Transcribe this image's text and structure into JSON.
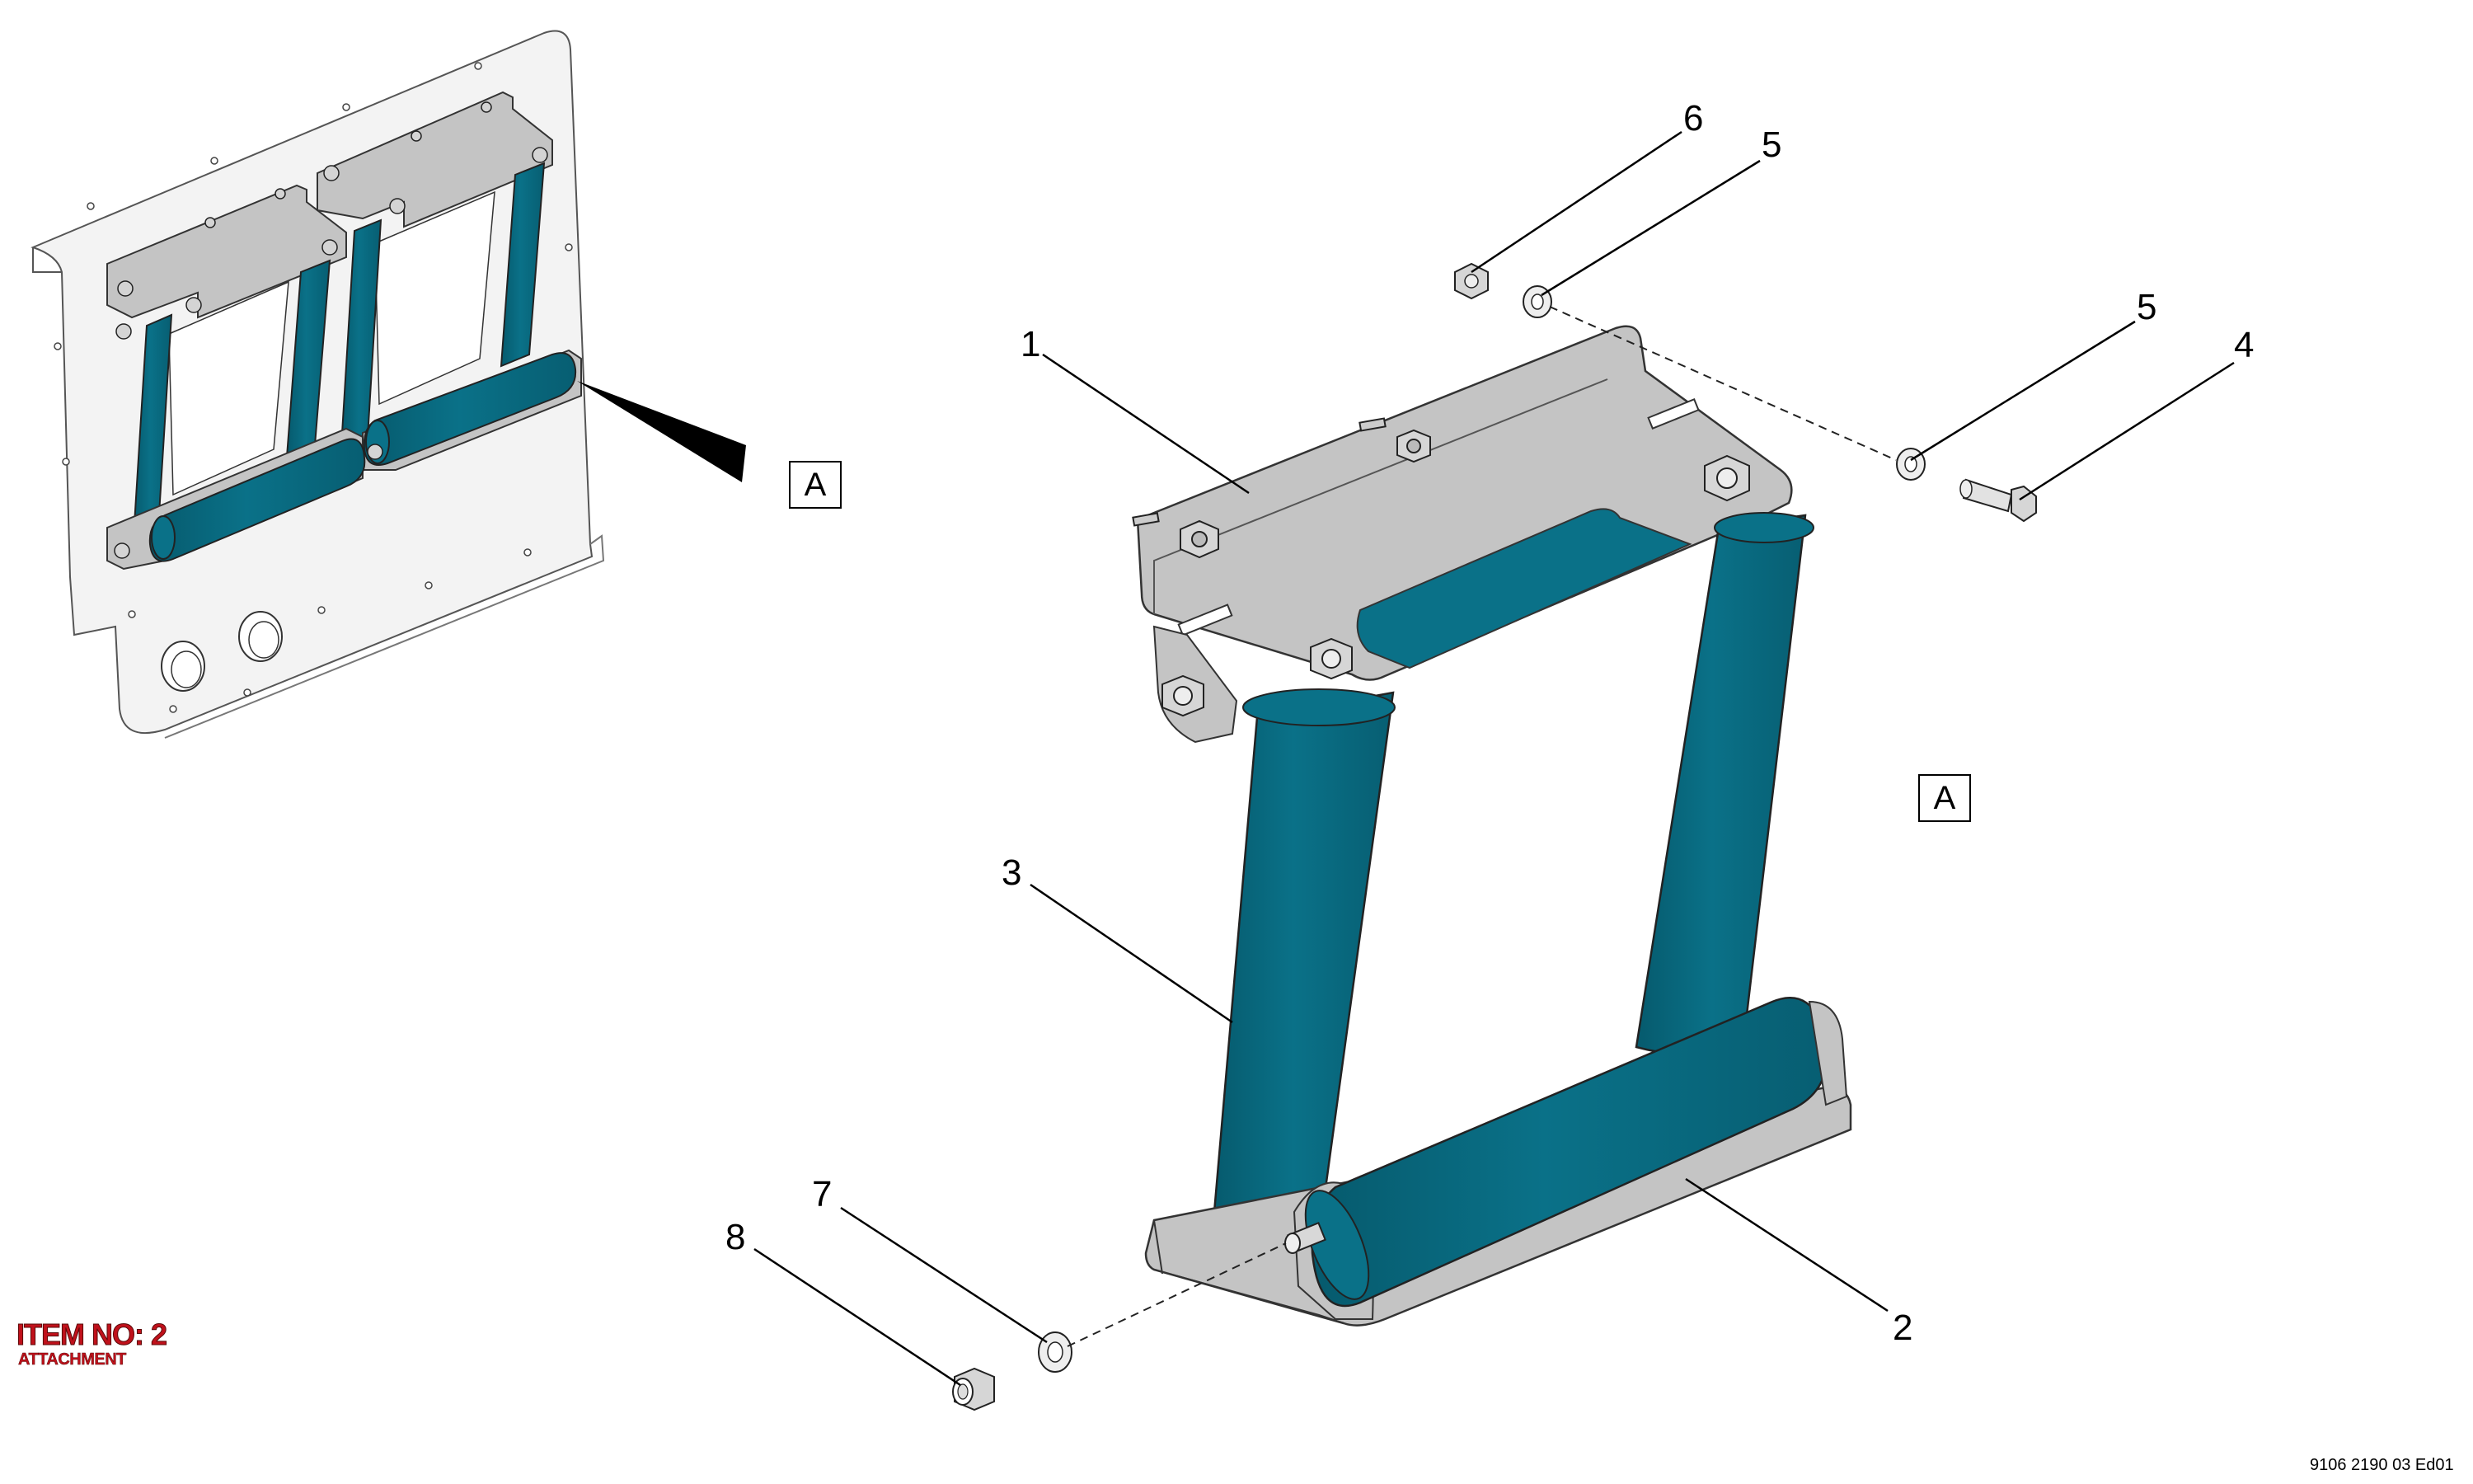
{
  "item": {
    "title": "ITEM NO: 2",
    "subtitle": "ATTACHMENT"
  },
  "document_number": "9106 2190 03 Ed01",
  "detail_label": "A",
  "callouts": [
    "1",
    "2",
    "3",
    "4",
    "5",
    "5",
    "6",
    "7",
    "8"
  ],
  "colors": {
    "roller": "#0a7188",
    "roller_shade": "#065a6d",
    "bracket": "#c4c4c4",
    "panel": "#f2f2f2",
    "item_red": "#c0111b"
  }
}
